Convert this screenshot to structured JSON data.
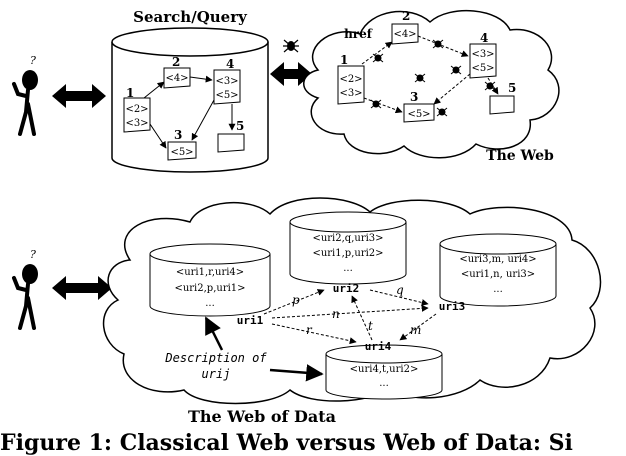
{
  "top": {
    "search_title": "Search/Query",
    "web_title": "The Web",
    "href_label": "href",
    "docs_local": [
      {
        "num": "1",
        "lines": [
          "<2>",
          "<3>"
        ]
      },
      {
        "num": "2",
        "lines": [
          "<4>"
        ]
      },
      {
        "num": "4",
        "lines": [
          "<3>",
          "<5>"
        ]
      },
      {
        "num": "3",
        "lines": [
          "<5>"
        ]
      },
      {
        "num": "5",
        "lines": []
      }
    ],
    "docs_web": [
      {
        "num": "1",
        "lines": [
          "<2>",
          "<3>"
        ]
      },
      {
        "num": "2",
        "lines": [
          "<4>"
        ]
      },
      {
        "num": "4",
        "lines": [
          "<3>",
          "<5>"
        ]
      },
      {
        "num": "3",
        "lines": [
          "<5>"
        ]
      },
      {
        "num": "5",
        "lines": []
      }
    ]
  },
  "bottom": {
    "web_of_data_title": "The Web of Data",
    "description_lines": [
      "Description of",
      "urij"
    ],
    "ellipsis": "...",
    "db_uri1": [
      "<uri1,r,uri4>",
      "<uri2,p,uri1>"
    ],
    "db_uri2": [
      "<uri2,q,uri3>",
      "<uri1,p,uri2>"
    ],
    "db_uri3": [
      "<uri3,m, uri4>",
      "<uri1,n, uri3>"
    ],
    "db_uri4": [
      "<uri4,t,uri2>"
    ],
    "nodes": {
      "uri1": "uri1",
      "uri2": "uri2",
      "uri3": "uri3",
      "uri4": "uri4"
    },
    "edges": {
      "p": "p",
      "n": "n",
      "r": "r",
      "q": "q",
      "t": "t",
      "m": "m"
    }
  },
  "caption": "Figure 1: Classical Web versus Web of Data: Si"
}
